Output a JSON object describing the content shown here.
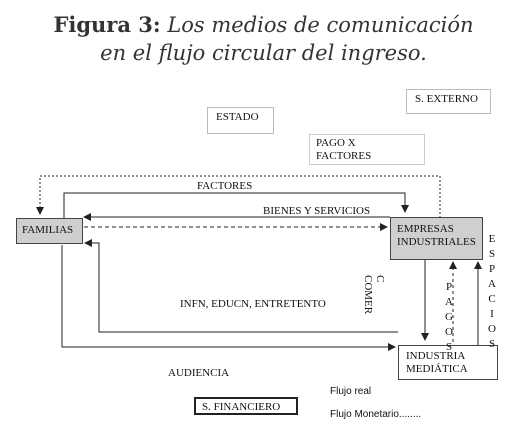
{
  "title": {
    "figure": "Figura 3:",
    "line1": "Los medios de comunicación",
    "line2": "en el flujo circular del ingreso."
  },
  "nodes": {
    "estado": "ESTADO",
    "externo": "S. EXTERNO",
    "familias": "FAMILIAS",
    "empresas_l1": "EMPRESAS",
    "empresas_l2": "INDUSTRIALES",
    "mediatica_l1": "INDUSTRIA",
    "mediatica_l2": "MEDIÁTICA",
    "financiero": "S. FINANCIERO"
  },
  "labels": {
    "pago_l1": "PAGO X",
    "pago_l2": "FACTORES",
    "factores": "FACTORES",
    "bienes": "BIENES Y SERVICIOS",
    "inf": "INFN, EDUCN, ENTRETENTO",
    "audiencia": "AUDIENCIA",
    "comer_l1": "COMER",
    "comer_l2": "C",
    "pagos": "PAGOS",
    "espacios": "ESPACIOS"
  },
  "legend": {
    "real": "Flujo real",
    "monetario": "Flujo Monetario........"
  },
  "colors": {
    "node_fill": "#cfcfcf",
    "line": "#222222"
  }
}
